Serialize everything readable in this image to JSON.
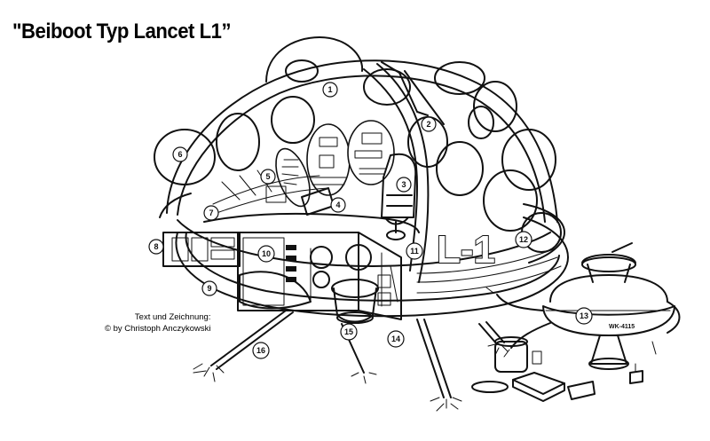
{
  "title": "\"Beiboot Typ Lancet L1”",
  "credit": {
    "line1": "Text und Zeichnung:",
    "line2": "© by Christoph Anczykowski"
  },
  "hull_marking": "L-1",
  "droid_marking": "WK-4115",
  "callouts": [
    "1",
    "2",
    "3",
    "4",
    "5",
    "6",
    "7",
    "8",
    "9",
    "10",
    "11",
    "12",
    "13",
    "14",
    "15",
    "16"
  ]
}
